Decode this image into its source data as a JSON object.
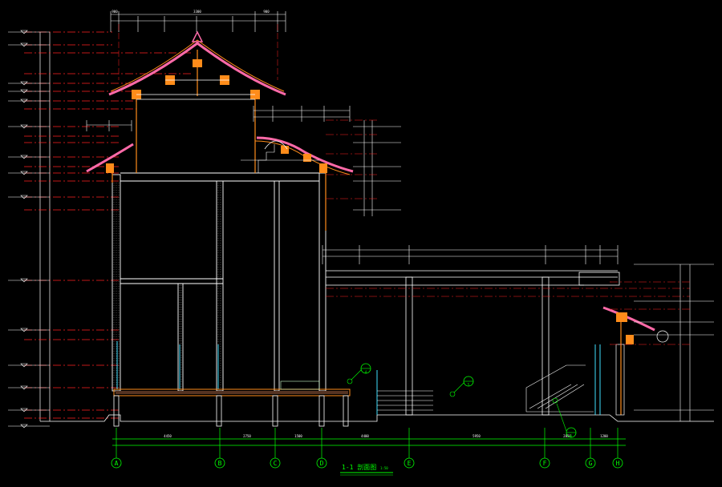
{
  "drawing": {
    "title": "1-1 剖面图",
    "scale": "1:50",
    "colors": {
      "background": "#000000",
      "grid_axis": "#00ff00",
      "level_line": "#ff2020",
      "structure": "#ffffff",
      "timber": "#ff8c1a",
      "roof_tile": "#ff6aa8",
      "glass": "#40e0ff",
      "dimension": "#ffffff"
    }
  },
  "grid_axes": [
    "A",
    "B",
    "C",
    "D",
    "E",
    "F",
    "G",
    "H"
  ],
  "bottom_dims": [
    "4450",
    "2750",
    "1500",
    "4400",
    "5950",
    "2850",
    "1200"
  ],
  "top_dims": [
    "900",
    "3300",
    "900"
  ],
  "annotation_markers": [
    "4",
    "5",
    "6"
  ]
}
